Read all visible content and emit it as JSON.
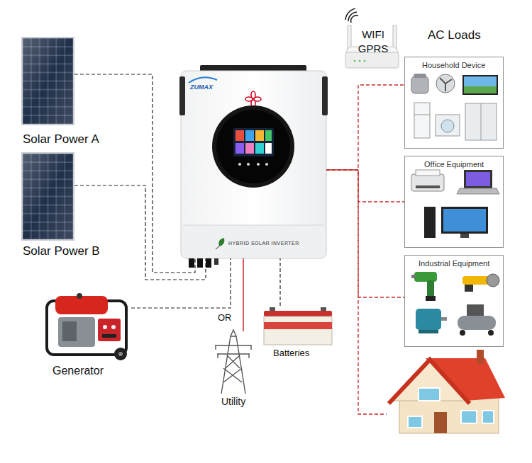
{
  "diagram": {
    "nodes": [
      {
        "text": [
          "Solar Power A"
        ]
      },
      {
        "text": [
          "Solar Power B"
        ]
      },
      {
        "text": [
          "ZUMAX",
          "HYBRID SOLAR INVERTER"
        ]
      },
      {
        "text": [
          "WIFI GPRS"
        ]
      },
      {
        "text": [
          "Generator"
        ]
      },
      {
        "text": [
          "Utility"
        ]
      },
      {
        "text": [
          "Batteries"
        ]
      },
      {
        "text": [
          "Household Device"
        ]
      },
      {
        "text": [
          "Office Equipment"
        ]
      },
      {
        "text": [
          "Industrial Equipment"
        ]
      }
    ],
    "edges": [
      {
        "from": 0,
        "to": 2,
        "arrow": "none"
      },
      {
        "from": 1,
        "to": 2,
        "arrow": "none"
      },
      {
        "from": 4,
        "to": 2,
        "arrow": "none"
      },
      {
        "from": 5,
        "to": 2,
        "arrow": "none"
      },
      {
        "from": 6,
        "to": 2,
        "arrow": "none"
      },
      {
        "from": 2,
        "to": 7,
        "arrow": "none"
      },
      {
        "from": 2,
        "to": 8,
        "arrow": "none"
      },
      {
        "from": 2,
        "to": 9,
        "arrow": "none"
      }
    ],
    "labels": [
      "AC Loads",
      "OR"
    ]
  }
}
